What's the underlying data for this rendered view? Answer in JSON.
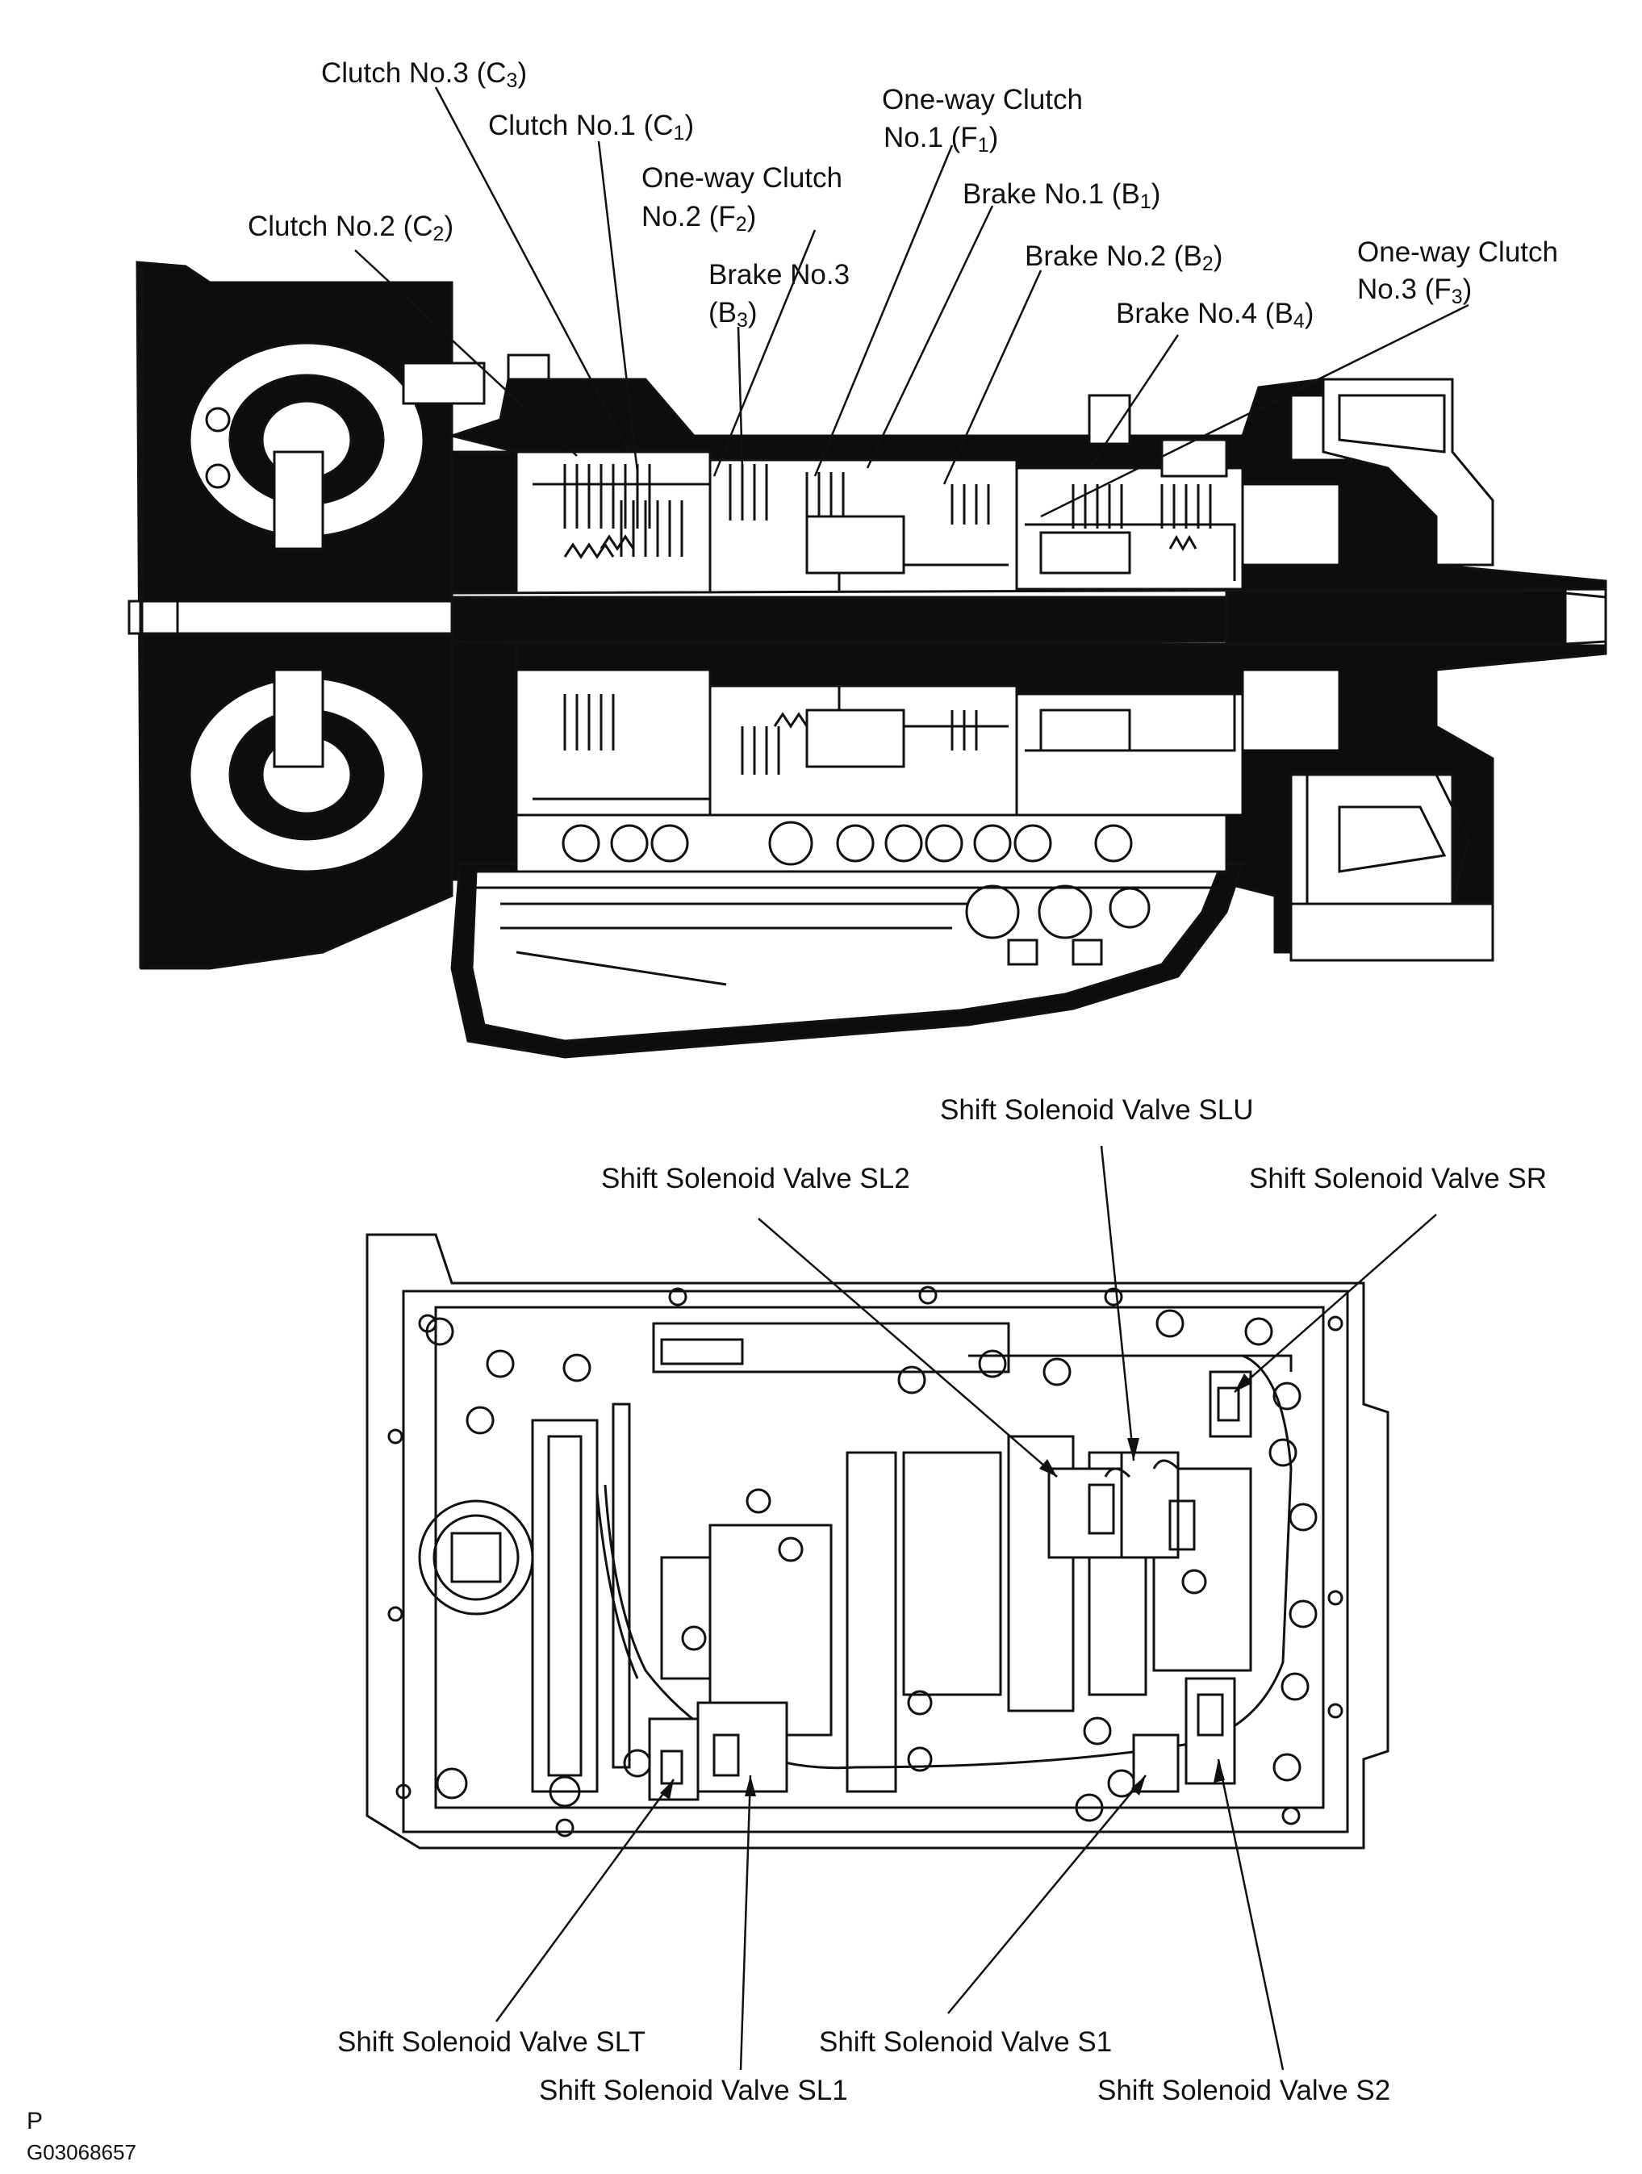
{
  "drawing": {
    "ink": "#111111",
    "fill_dark": "#0d0d0d",
    "fill_light": "#ffffff",
    "icons": [
      "transmission-cross-section",
      "valve-body-plan-view"
    ]
  },
  "top_labels": {
    "c3": {
      "pre": "Clutch No.3 (C",
      "sub": "3",
      "post": ")"
    },
    "c1": {
      "pre": "Clutch No.1 (C",
      "sub": "1",
      "post": ")"
    },
    "f1_l1": "One-way  Clutch",
    "f1_l2": {
      "pre": "No.1 (F",
      "sub": "1",
      "post": ")"
    },
    "f2_l1": "One-way  Clutch",
    "f2_l2": {
      "pre": "No.2 (F",
      "sub": "2",
      "post": ")"
    },
    "b1": {
      "pre": "Brake No.1 (B",
      "sub": "1",
      "post": ")"
    },
    "c2": {
      "pre": "Clutch No.2 (C",
      "sub": "2",
      "post": ")"
    },
    "b3_l1": "Brake No.3",
    "b3_l2": {
      "pre": "(B",
      "sub": "3",
      "post": ")"
    },
    "b2": {
      "pre": "Brake No.2 (B",
      "sub": "2",
      "post": ")"
    },
    "f3_l1": "One-way  Clutch",
    "f3_l2": {
      "pre": "No.3 (F",
      "sub": "3",
      "post": ")"
    },
    "b4": {
      "pre": "Brake No.4 (B",
      "sub": "4",
      "post": ")"
    }
  },
  "bottom_labels": {
    "slu": "Shift Solenoid Valve SLU",
    "sl2": "Shift Solenoid Valve SL2",
    "sr": "Shift Solenoid Valve SR",
    "slt": "Shift Solenoid Valve SLT",
    "s1": "Shift Solenoid Valve S1",
    "sl1": "Shift Solenoid Valve SL1",
    "s2": "Shift Solenoid Valve S2"
  },
  "footer": {
    "letter": "P",
    "code": "G03068657"
  }
}
